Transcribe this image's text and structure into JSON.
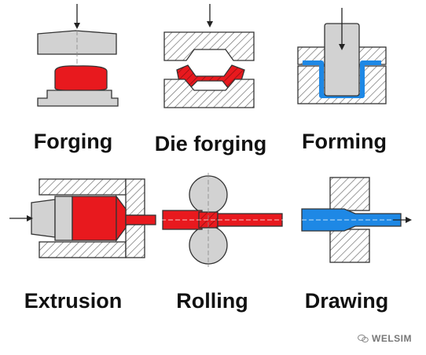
{
  "processes": [
    {
      "id": "forging",
      "label": "Forging"
    },
    {
      "id": "die-forging",
      "label": "Die forging"
    },
    {
      "id": "forming",
      "label": "Forming"
    },
    {
      "id": "extrusion",
      "label": "Extrusion"
    },
    {
      "id": "rolling",
      "label": "Rolling"
    },
    {
      "id": "drawing",
      "label": "Drawing"
    }
  ],
  "watermark": {
    "text": "WELSIM",
    "icon": "wechat-icon"
  },
  "colors": {
    "workpiece_hot": "#e8191e",
    "workpiece_cold": "#1e88e5",
    "tool": "#d2d2d2",
    "hatch": "#666666",
    "outline": "#333333"
  }
}
